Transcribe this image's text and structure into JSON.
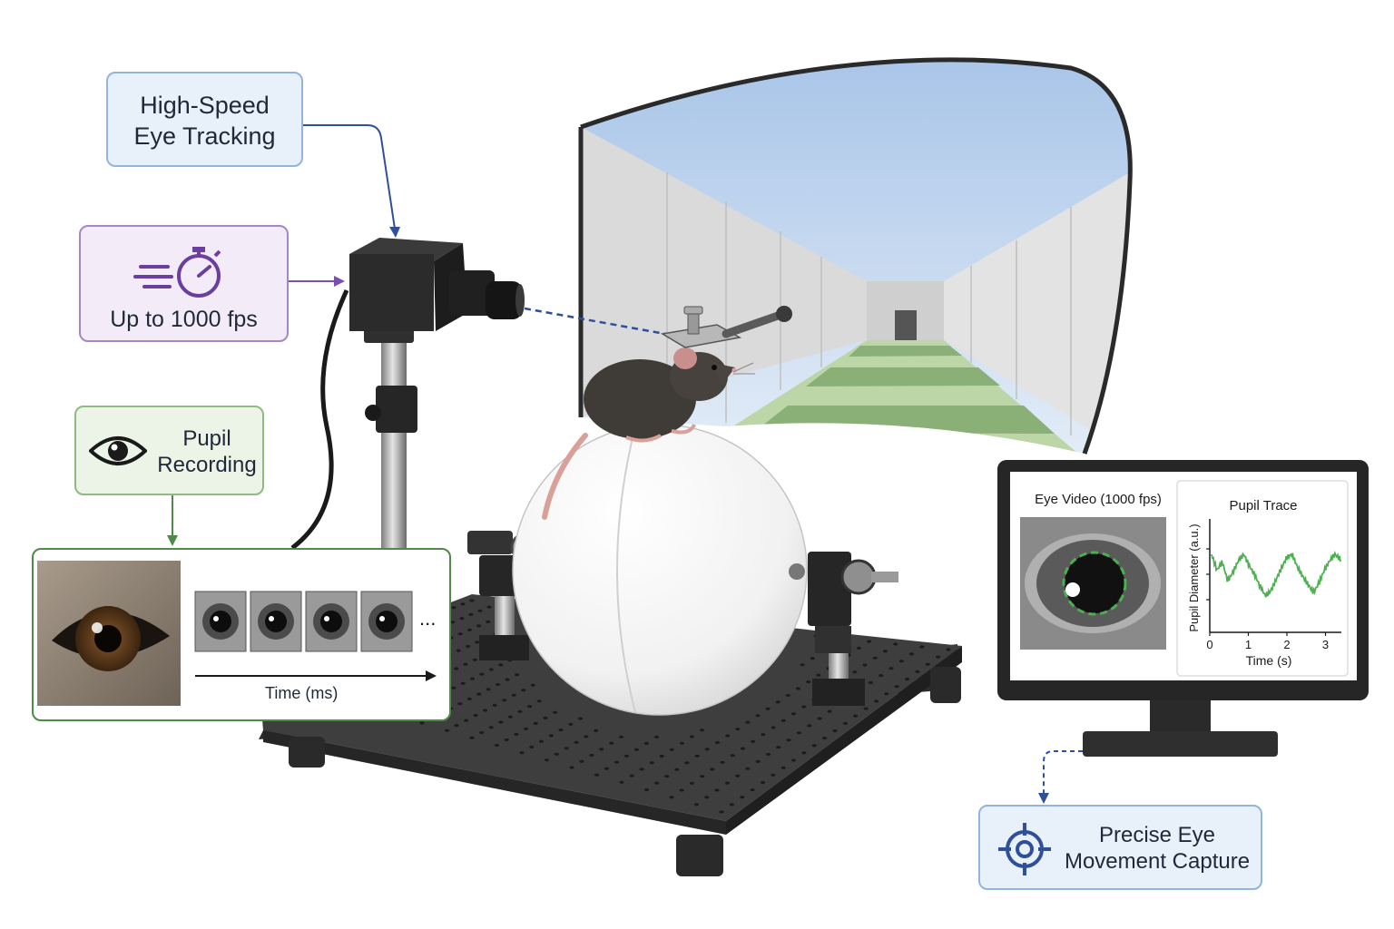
{
  "callouts": {
    "tracking": {
      "line1": "High-Speed",
      "line2": "Eye Tracking"
    },
    "fps": {
      "text": "Up to 1000 fps"
    },
    "pupil": {
      "line1": "Pupil",
      "line2": "Recording"
    },
    "capture": {
      "line1": "Precise Eye",
      "line2": "Movement Capture"
    }
  },
  "pupil_panel": {
    "frames_ellipsis": "...",
    "time_axis_label": "Time (ms)"
  },
  "monitor": {
    "eye_video_label": "Eye Video (1000 fps)",
    "trace_title": "Pupil Trace",
    "ylabel": "Pupil Diameter (a.u.)",
    "xlabel": "Time (s)",
    "x_ticks": [
      "0",
      "1",
      "2",
      "3"
    ],
    "trace_color": "#4caf50"
  },
  "colors": {
    "blue_box": "#e8f0fa",
    "purple_box": "#f3ecf8",
    "green_box": "#ecf4e8",
    "arrow_blue": "#2f4f9a",
    "arrow_purple": "#7b4fb0",
    "arrow_green": "#4f8a4a"
  },
  "icons": [
    "stopwatch-icon",
    "eye-icon",
    "target-icon"
  ]
}
